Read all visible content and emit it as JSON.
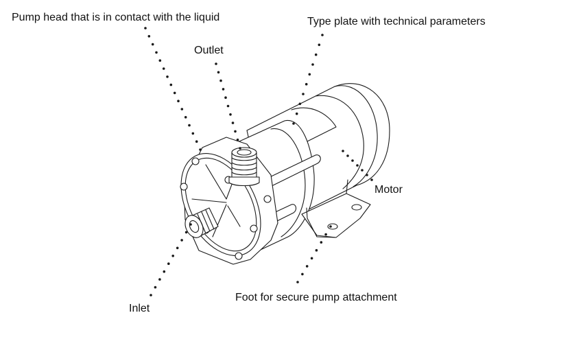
{
  "diagram": {
    "subject": "Magnetic drive pump, isometric line drawing",
    "labels": {
      "pump_head": "Pump head that is in contact with the liquid",
      "outlet": "Outlet",
      "type_plate": "Type plate with technical parameters",
      "motor": "Motor",
      "foot": "Foot for secure pump attachment",
      "inlet": "Inlet"
    },
    "colors": {
      "background": "#ffffff",
      "ink": "#1a1a1a"
    }
  }
}
